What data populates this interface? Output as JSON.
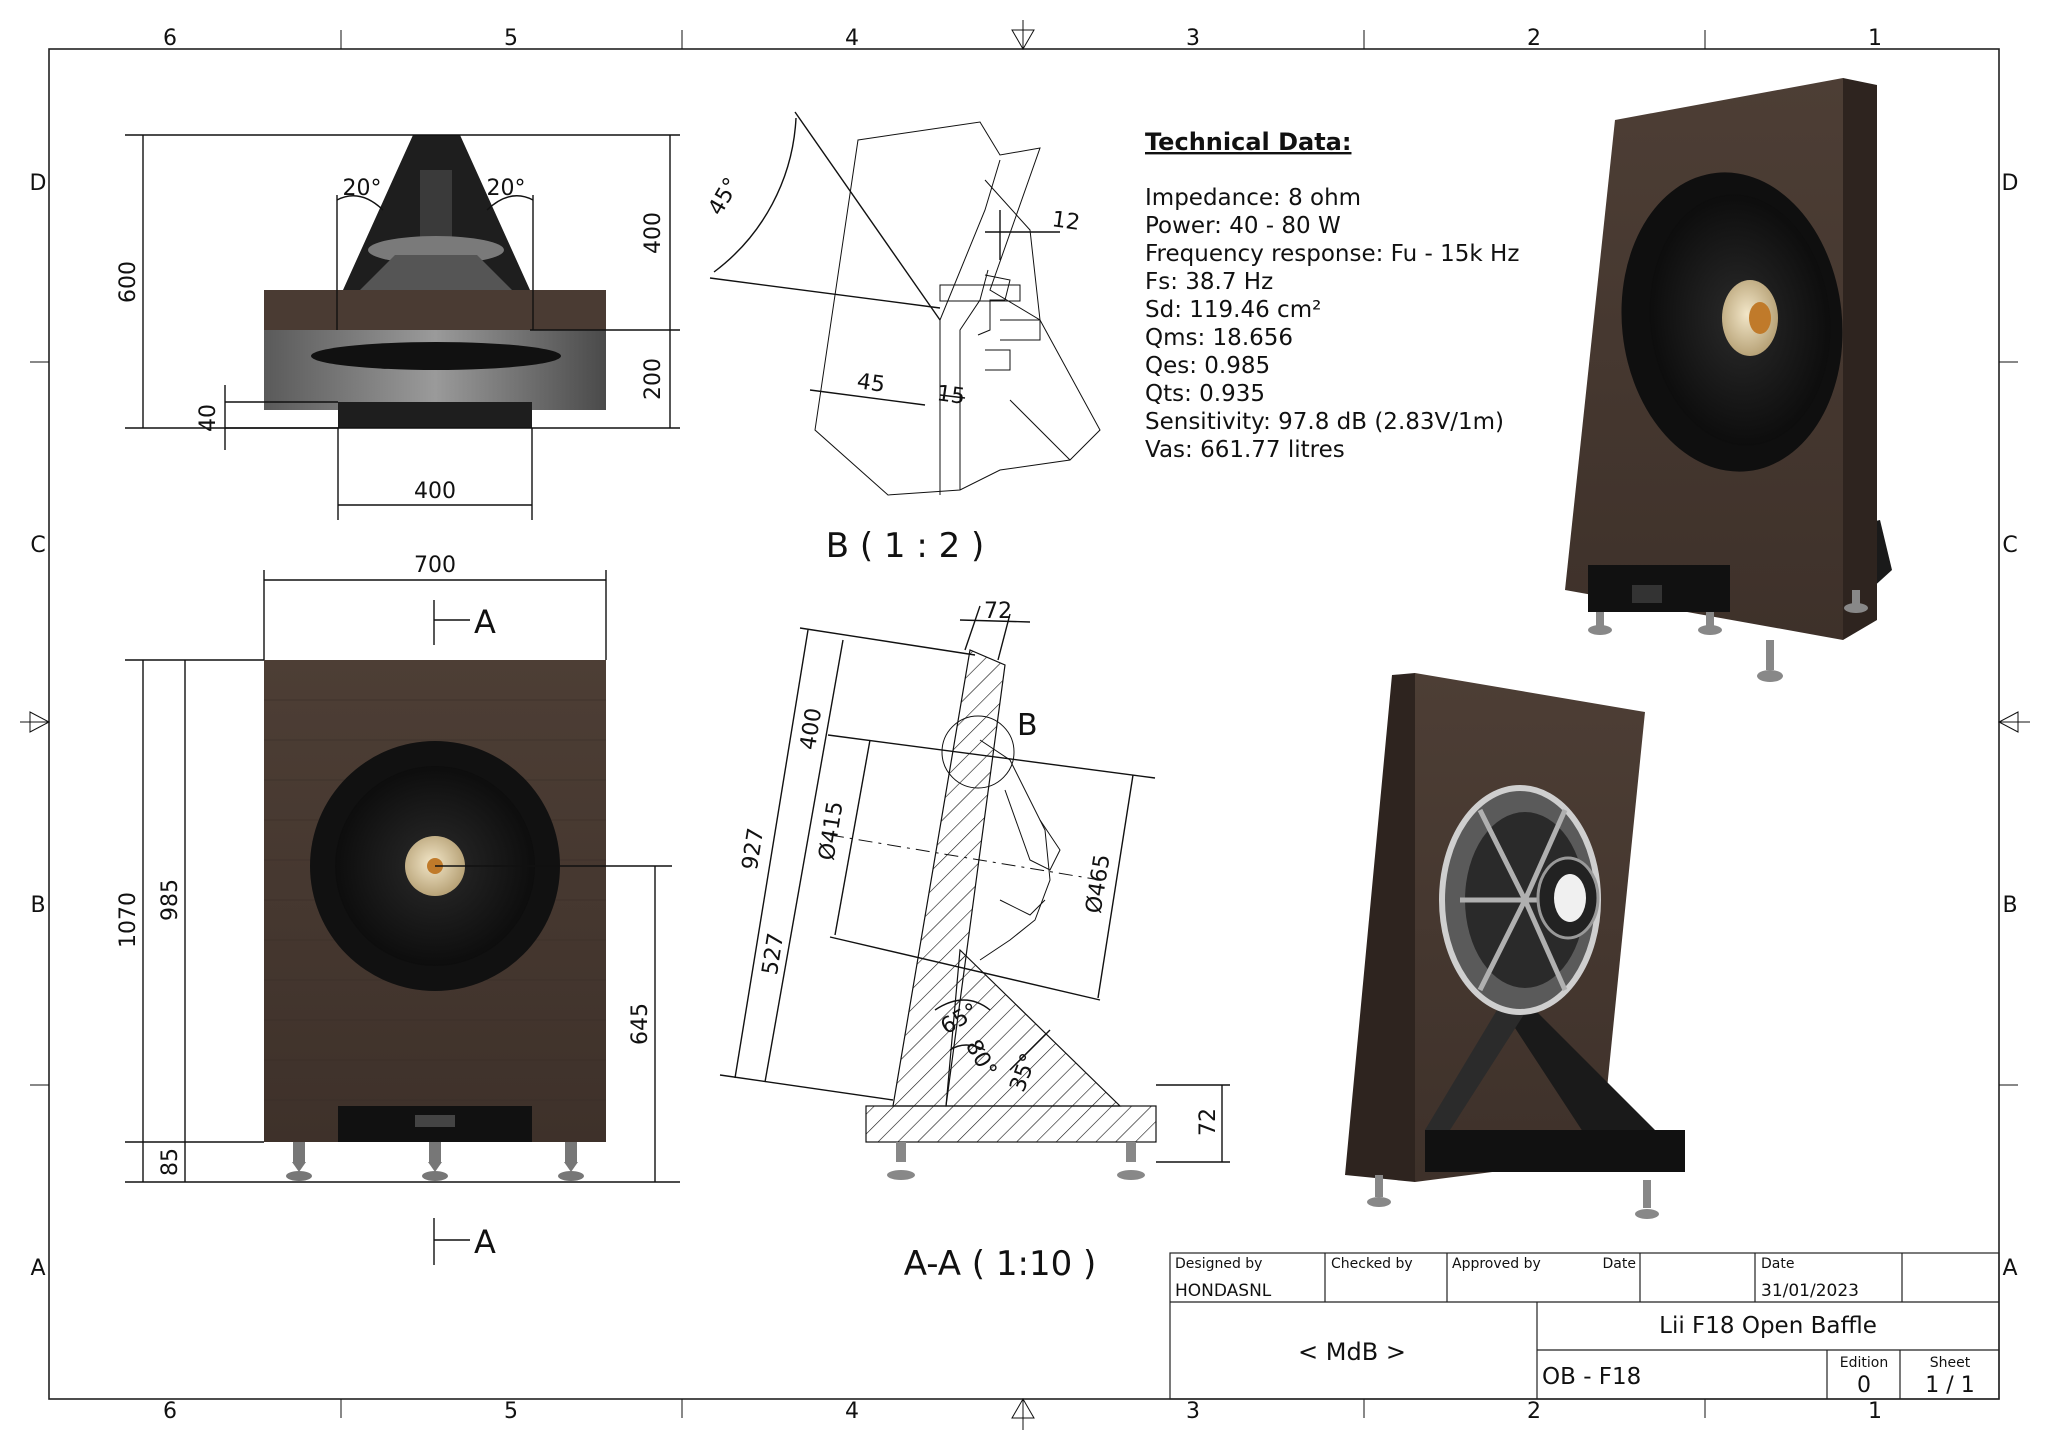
{
  "border": {
    "columns": [
      "6",
      "5",
      "4",
      "3",
      "2",
      "1"
    ],
    "rows": [
      "D",
      "C",
      "B",
      "A"
    ]
  },
  "top_view": {
    "dims": [
      "600",
      "400",
      "200",
      "40",
      "400"
    ],
    "angles": [
      "20°",
      "20°"
    ]
  },
  "detail_b": {
    "angle": "45°",
    "dims": [
      "12",
      "45",
      "15"
    ],
    "caption": "B ( 1 : 2 )"
  },
  "technical_data": {
    "title": "Technical Data:",
    "lines": [
      "Impedance: 8 ohm",
      "Power: 40 - 80 W",
      "Frequency response: Fu - 15k Hz",
      "Fs: 38.7 Hz",
      "Sd: 119.46 cm²",
      "Qms: 18.656",
      "Qes: 0.985",
      "Qts: 0.935",
      "Sensitivity: 97.8 dB   (2.83V/1m)",
      "Vas: 661.77 litres"
    ]
  },
  "front_view": {
    "dims": [
      "700",
      "1070",
      "985",
      "645",
      "85"
    ],
    "section_marker": "A"
  },
  "section_aa": {
    "dims": [
      "72",
      "400",
      "927",
      "527",
      "Ø415",
      "Ø465",
      "72"
    ],
    "angles": [
      "65°",
      "80°",
      "35°"
    ],
    "detail_marker": "B",
    "caption": "A-A ( 1:10 )"
  },
  "title_block": {
    "designed_by_label": "Designed by",
    "designed_by": "HONDASNL",
    "checked_by_label": "Checked by",
    "approved_by_label": "Approved by",
    "date_label": "Date",
    "date2_label": "Date",
    "date": "31/01/2023",
    "company": "< MdB >",
    "title": "Lii F18 Open Baffle",
    "drawing_no": "OB - F18",
    "edition_label": "Edition",
    "edition": "0",
    "sheet_label": "Sheet",
    "sheet": "1 / 1"
  },
  "colors": {
    "wood": "#4a3b33",
    "driver_black": "#1c1c1c",
    "phase_plug": "#c07a2a"
  }
}
